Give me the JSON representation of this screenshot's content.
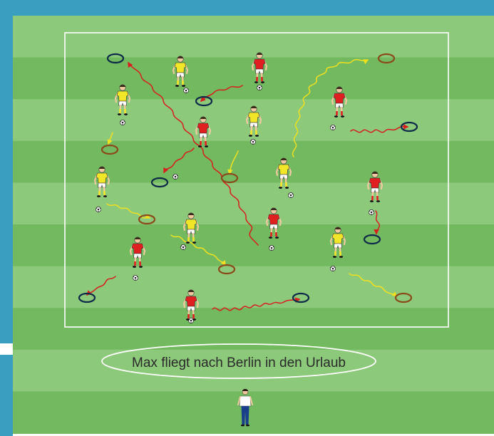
{
  "caption": "Max fliegt nach Berlin in den Urlaub",
  "colors": {
    "frame": "#3a9ec1",
    "stripe_light": "#8cc97a",
    "stripe_dark": "#72b95f",
    "field_line": "#ffffff",
    "team_yellow": "#f2e629",
    "team_red": "#e02020",
    "yellow_path": "#f0e020",
    "red_path": "#d81e1e",
    "ring_brown": "#8b4a1a",
    "ring_navy": "#0e2a48",
    "coach_shirt": "#ffffff",
    "coach_pants": "#1a3f8a"
  },
  "icons": {
    "player": "soccer-player-icon",
    "ball": "soccer-ball-icon",
    "target": "target-ring-icon",
    "coach": "coach-icon"
  },
  "players": [
    {
      "team": "yellow"
    },
    {
      "team": "red"
    },
    {
      "team": "yellow"
    },
    {
      "team": "red"
    },
    {
      "team": "yellow"
    },
    {
      "team": "red"
    },
    {
      "team": "yellow"
    },
    {
      "team": "yellow"
    },
    {
      "team": "red"
    },
    {
      "team": "yellow"
    },
    {
      "team": "red"
    },
    {
      "team": "red"
    },
    {
      "team": "yellow"
    },
    {
      "team": "red"
    }
  ],
  "rings": [
    {
      "color": "navy"
    },
    {
      "color": "brown"
    },
    {
      "color": "navy"
    },
    {
      "color": "brown"
    },
    {
      "color": "navy"
    },
    {
      "color": "navy"
    },
    {
      "color": "brown"
    },
    {
      "color": "brown"
    },
    {
      "color": "navy"
    },
    {
      "color": "brown"
    },
    {
      "color": "navy"
    },
    {
      "color": "navy"
    },
    {
      "color": "brown"
    }
  ]
}
